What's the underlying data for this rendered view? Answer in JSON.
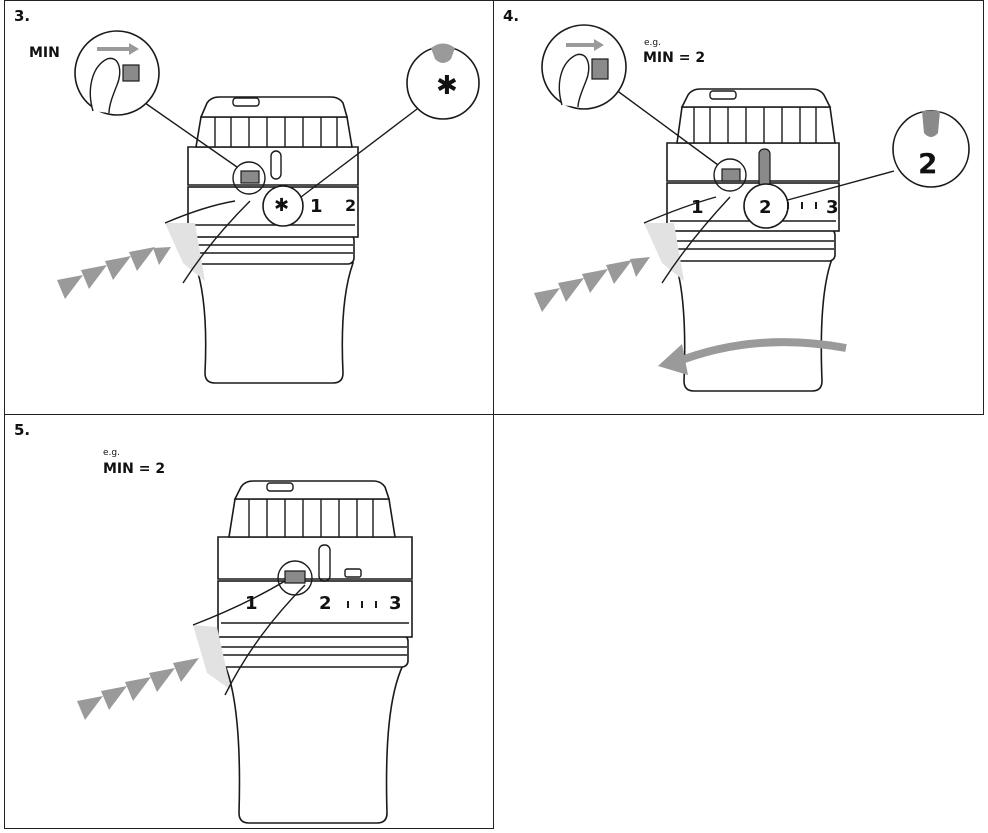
{
  "panels": {
    "p3": {
      "step": "3.",
      "min_label": "MIN",
      "star_symbol": "✱",
      "scale": [
        "✱",
        "1",
        "2"
      ]
    },
    "p4": {
      "step": "4.",
      "eg": "e.g.",
      "min_eq": "MIN = 2",
      "detail_digit": "2",
      "scale": [
        "1",
        "2",
        "3"
      ]
    },
    "p5": {
      "step": "5.",
      "eg": "e.g.",
      "min_eq": "MIN = 2",
      "scale": [
        "1",
        "2",
        "3"
      ]
    }
  },
  "colors": {
    "line": "#1a1a1a",
    "arrow_gray": "#9a9a9a",
    "shade": "#d8d8d8",
    "slider": "#8a8a8a"
  }
}
